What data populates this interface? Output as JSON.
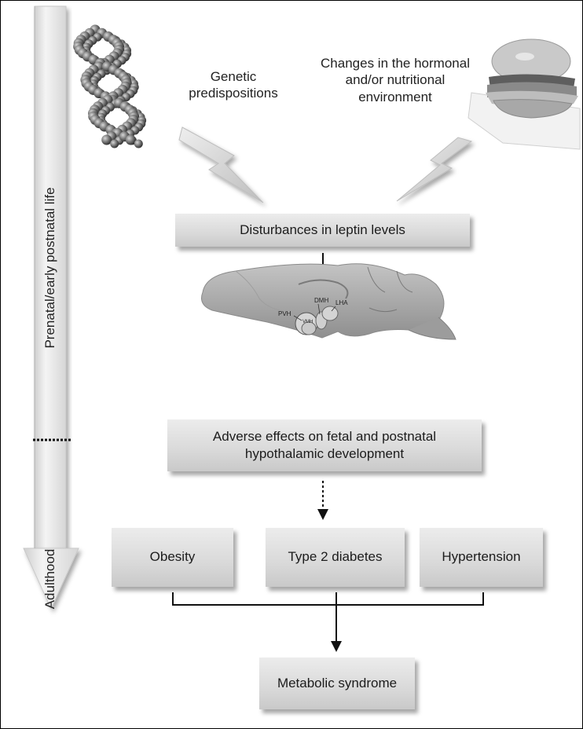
{
  "timeline": {
    "early_label": "Prenatal/early postnatal life",
    "adult_label": "Adulthood"
  },
  "inputs": {
    "genetic": "Genetic predispositions",
    "environment_line1": "Changes in the hormonal",
    "environment_line2": "and/or nutritional",
    "environment_line3": "environment"
  },
  "flow": {
    "leptin": "Disturbances in leptin levels",
    "adverse_line1": "Adverse effects on fetal and postnatal",
    "adverse_line2": "hypothalamic development"
  },
  "brain_regions": {
    "pvh": "PVH",
    "vmh": "VMH",
    "dmh": "DMH",
    "lha": "LHA"
  },
  "outcomes": {
    "obesity": "Obesity",
    "diabetes": "Type 2 diabetes",
    "hypertension": "Hypertension",
    "syndrome": "Metabolic syndrome"
  }
}
